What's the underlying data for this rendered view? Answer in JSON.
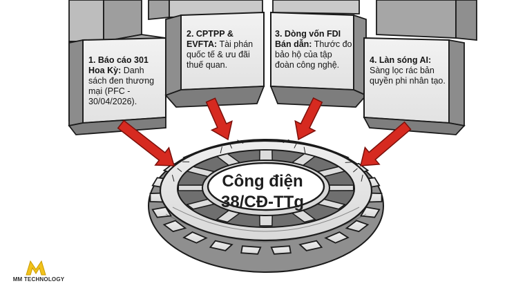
{
  "blocks": [
    {
      "title": "1. Báo cáo 301 Hoa Kỳ:",
      "body": "Danh sách đen thương mại (PFC - 30/04/2026)."
    },
    {
      "title": "2. CPTPP & EVFTA:",
      "body": "Tài phán quốc tế & ưu đãi thuế quan."
    },
    {
      "title": "3. Dòng vốn FDI Bán dẫn:",
      "body": "Thước đo bảo hộ của tập đoàn công nghệ."
    },
    {
      "title": "4. Làn sóng AI:",
      "body": "Sàng lọc rác bản quyền phi nhân tạo."
    }
  ],
  "center": {
    "line1": "Công điện",
    "line2": "38/CĐ-TTg"
  },
  "logo": {
    "mark": "M",
    "text": "MM TECHNOLOGY"
  },
  "colors": {
    "arrow": "#d62a20",
    "logo": "#f2c21b",
    "ink": "#1a1a1a"
  }
}
